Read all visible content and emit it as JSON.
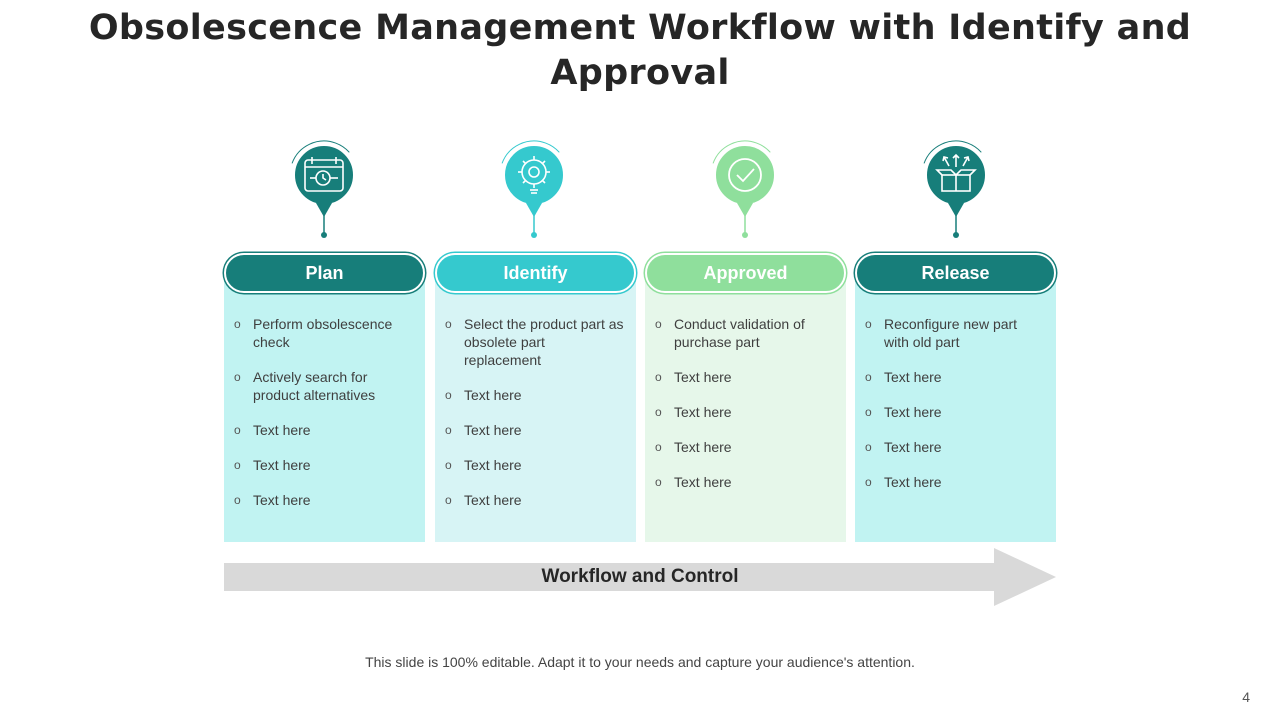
{
  "title": "Obsolescence Management Workflow with Identify and Approval",
  "colors": {
    "dark_teal": "#177e7a",
    "cyan": "#35c9ce",
    "light_green": "#8fdf9c",
    "body_cyan": "#c1f3f2",
    "body_pale_cyan": "#d7f4f5",
    "body_pale_green": "#e6f7ea",
    "arrow_gray": "#d9d9d9"
  },
  "columns": [
    {
      "header": "Plan",
      "icon": "calendar-clock-icon",
      "items": [
        "Perform obsolescence check",
        "Actively search for product  alternatives",
        "Text here",
        "Text here",
        "Text here"
      ]
    },
    {
      "header": "Identify",
      "icon": "gear-lightbulb-icon",
      "items": [
        "Select the product part as obsolete part replacement",
        "Text here",
        "Text here",
        "Text here",
        "Text here"
      ]
    },
    {
      "header": "Approved",
      "icon": "checkmark-icon",
      "items": [
        "Conduct validation of purchase part",
        "Text here",
        "Text here",
        "Text here",
        "Text here"
      ]
    },
    {
      "header": "Release",
      "icon": "open-box-icon",
      "items": [
        "Reconfigure new part with old part",
        "Text here",
        "Text here",
        "Text here",
        "Text here"
      ]
    }
  ],
  "arrow_label": "Workflow and Control",
  "footnote": "This slide is 100% editable. Adapt it to your needs and capture your audience's attention.",
  "page_number": "4"
}
